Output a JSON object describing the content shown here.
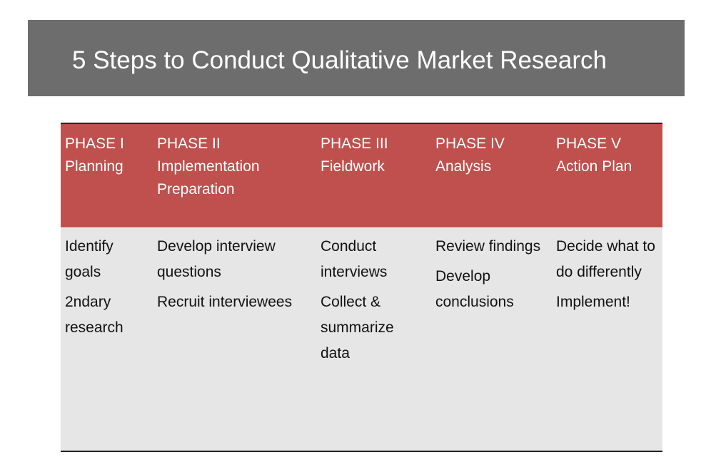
{
  "slide": {
    "title": "5 Steps to Conduct Qualitative Market Research"
  },
  "colors": {
    "title_bar": "#6d6d6d",
    "header_row": "#c0504d",
    "body_row": "#e6e6e6"
  },
  "phases": [
    {
      "phase": "PHASE I",
      "name": "Planning",
      "tasks": [
        "Identify goals",
        "2ndary research"
      ]
    },
    {
      "phase": "PHASE II",
      "name": "Implementation Preparation",
      "tasks": [
        "Develop interview questions",
        "Recruit interviewees"
      ]
    },
    {
      "phase": "PHASE III",
      "name": "Fieldwork",
      "tasks": [
        "Conduct interviews",
        "Collect & summarize data"
      ]
    },
    {
      "phase": "PHASE IV",
      "name": "Analysis",
      "tasks": [
        "Review findings",
        "Develop conclusions"
      ]
    },
    {
      "phase": "PHASE V",
      "name": "Action Plan",
      "tasks": [
        "Decide what to do differently",
        "Implement!"
      ]
    }
  ]
}
